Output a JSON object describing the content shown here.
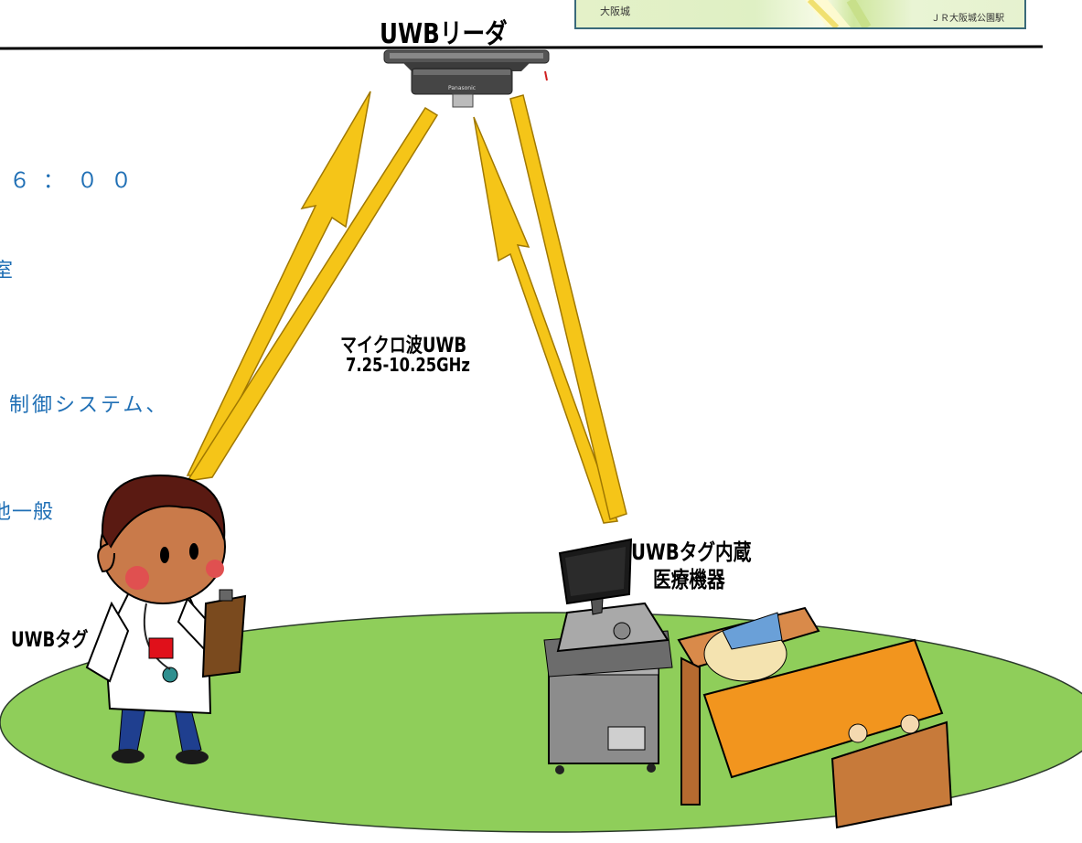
{
  "map_inset": {
    "label_left": "大阪城",
    "label_right": "ＪＲ大阪城公園駅"
  },
  "reader": {
    "title": "UWBリーダ",
    "brand": "Panasonic"
  },
  "left_text": {
    "time": "６：００",
    "line2": "室",
    "line3": "制御システム、",
    "line4": "他一般"
  },
  "wave_label": {
    "line1": "マイクロ波UWB",
    "line2": "7.25-10.25GHz"
  },
  "doctor_tag_label": "UWBタグ",
  "device_label": {
    "line1": "UWBタグ内蔵",
    "line2": "医療機器"
  },
  "colors": {
    "arrow": "#f5c518",
    "arrow_outline": "#a07800",
    "floor": "#8fce5a",
    "text_blue": "#1f6fb5",
    "tag_red": "#e0101a",
    "blanket": "#f2951e"
  }
}
